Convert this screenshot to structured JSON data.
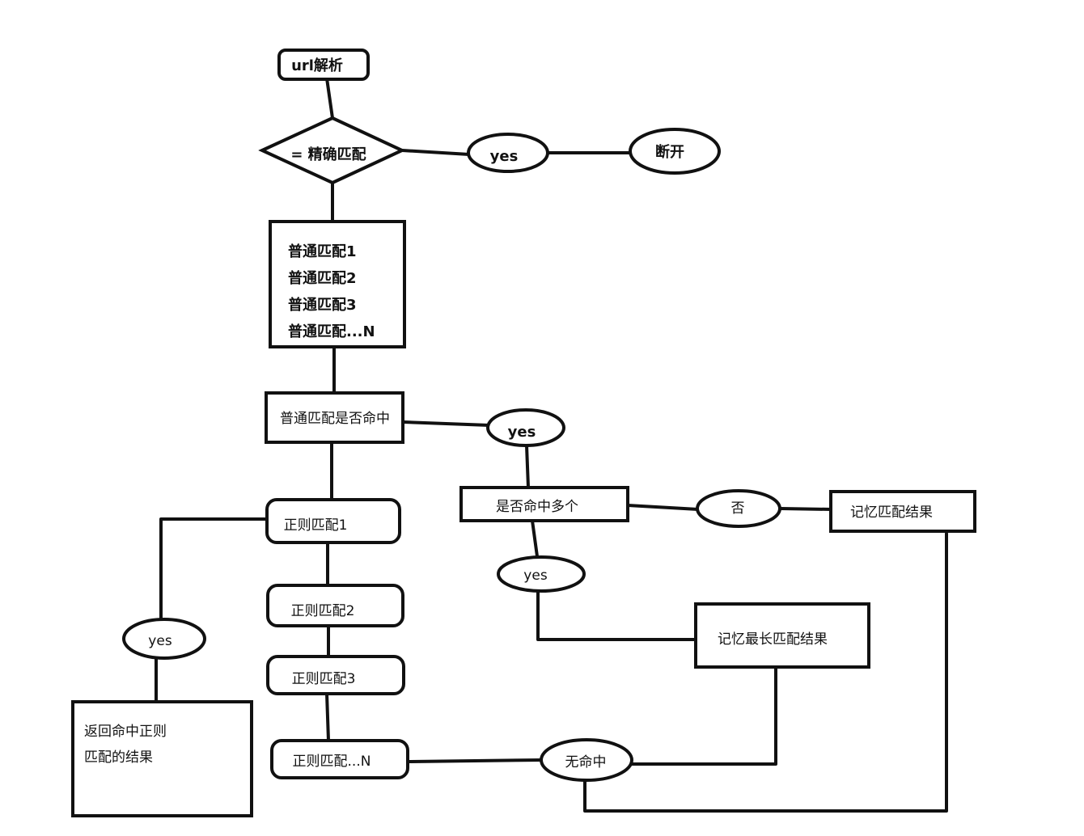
{
  "nodes": {
    "url_parse": "url解析",
    "exact_match": "= 精确匹配",
    "exact_yes": "yes",
    "disconnect": "断开",
    "normal_list": [
      "普通匹配1",
      "普通匹配2",
      "普通匹配3",
      "普通匹配...N"
    ],
    "normal_hit": "普通匹配是否命中",
    "normal_yes": "yes",
    "multi_hit": "是否命中多个",
    "multi_no": "否",
    "remember_result": "记忆匹配结果",
    "multi_yes": "yes",
    "remember_longest": "记忆最长匹配结果",
    "regex_1": "正则匹配1",
    "regex_2": "正则匹配2",
    "regex_3": "正则匹配3",
    "regex_n": "正则匹配...N",
    "regex_yes": "yes",
    "return_regex_line1": "返回命中正则",
    "return_regex_line2": "匹配的结果",
    "no_hit": "无命中"
  }
}
